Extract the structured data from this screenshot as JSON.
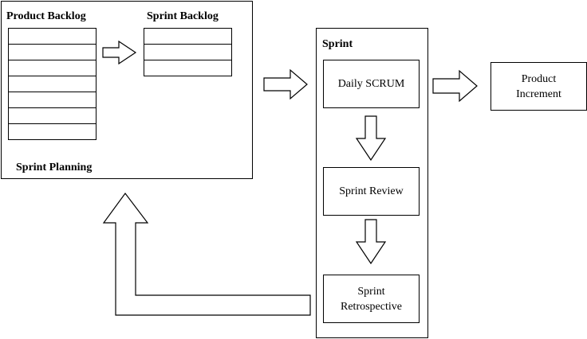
{
  "planning": {
    "product_backlog_title": "Product Backlog",
    "sprint_backlog_title": "Sprint Backlog",
    "caption": "Sprint Planning",
    "product_backlog_rows": 7,
    "sprint_backlog_rows": 3
  },
  "sprint": {
    "title": "Sprint",
    "steps": [
      "Daily SCRUM",
      "Sprint Review",
      "Sprint Retrospective"
    ]
  },
  "output": {
    "label": "Product Increment"
  }
}
